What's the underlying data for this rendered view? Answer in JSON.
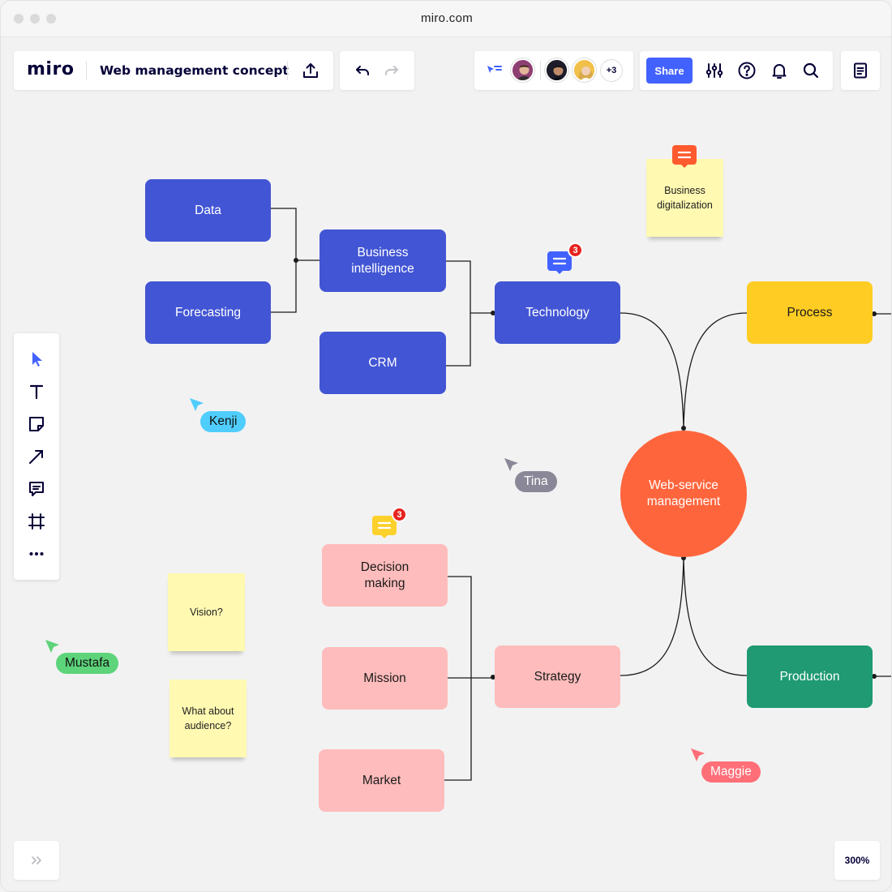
{
  "browser": {
    "url": "miro.com"
  },
  "header": {
    "logo": "miro",
    "board_title": "Web management concept",
    "share_label": "Share",
    "collaborators_more": "+3"
  },
  "canvas": {
    "nodes": {
      "data": "Data",
      "forecasting": "Forecasting",
      "business_intelligence": "Business\nintelligence",
      "crm": "CRM",
      "technology": "Technology",
      "process": "Process",
      "center": "Web-service\nmanagement",
      "decision_making": "Decision\nmaking",
      "mission": "Mission",
      "market": "Market",
      "strategy": "Strategy",
      "production": "Production"
    },
    "stickies": {
      "business_digitalization": "Business\ndigitalization",
      "vision": "Vision?",
      "audience": "What about\naudience?"
    },
    "comment_badges": {
      "technology": "3",
      "decision": "3"
    },
    "cursors": [
      {
        "name": "Kenji",
        "color": "#4fcdfd"
      },
      {
        "name": "Tina",
        "color": "#8a8898"
      },
      {
        "name": "Mustafa",
        "color": "#5dd47a"
      },
      {
        "name": "Maggie",
        "color": "#ff6f78"
      }
    ]
  },
  "footer": {
    "zoom": "300%"
  },
  "colors": {
    "accent": "#4262ff",
    "node_blue": "#4255d4",
    "node_pink": "#ffbcbc",
    "node_yellow": "#ffcc23",
    "node_green": "#1f9a72",
    "center_orange": "#ff653c",
    "sticky": "#fff9b1"
  }
}
